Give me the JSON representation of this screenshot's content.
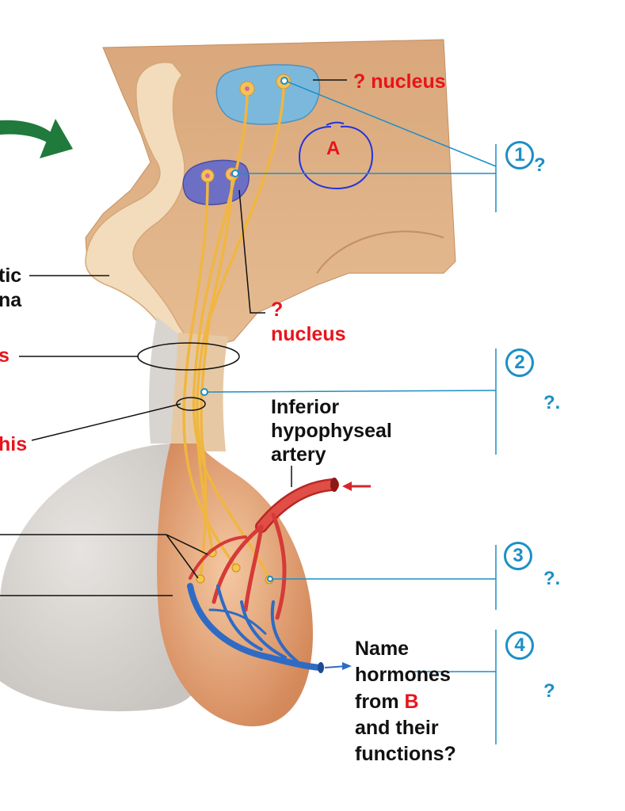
{
  "labels": {
    "nucleus_top": "? nucleus",
    "nucleus_mid_q": "?",
    "nucleus_mid": "nucleus",
    "marker_a": "A",
    "left_tic": "tic",
    "left_na": "na",
    "left_s": "s",
    "left_his": "his",
    "artery_1": "Inferior",
    "artery_2": "hypophyseal",
    "artery_3": "artery",
    "q_name_1": "Name",
    "q_name_2": "hormones",
    "q_name_3": "from",
    "q_name_b": "B",
    "q_name_4": "and their",
    "q_name_5": "functions?"
  },
  "markers": [
    {
      "number": "1",
      "question": "?"
    },
    {
      "number": "2",
      "question": "?."
    },
    {
      "number": "3",
      "question": "?."
    },
    {
      "number": "4",
      "question": "?"
    }
  ],
  "colors": {
    "tissue": "#deb182",
    "pituitary_gray": "#d9d6d3",
    "posterior_lobe": "#e3a273",
    "axon": "#f0b640",
    "artery": "#d63a37",
    "vein": "#2f6bc4",
    "leader_blue": "#1c8fc6",
    "label_red": "#e8141b",
    "arrow_green": "#1f7a3c"
  }
}
